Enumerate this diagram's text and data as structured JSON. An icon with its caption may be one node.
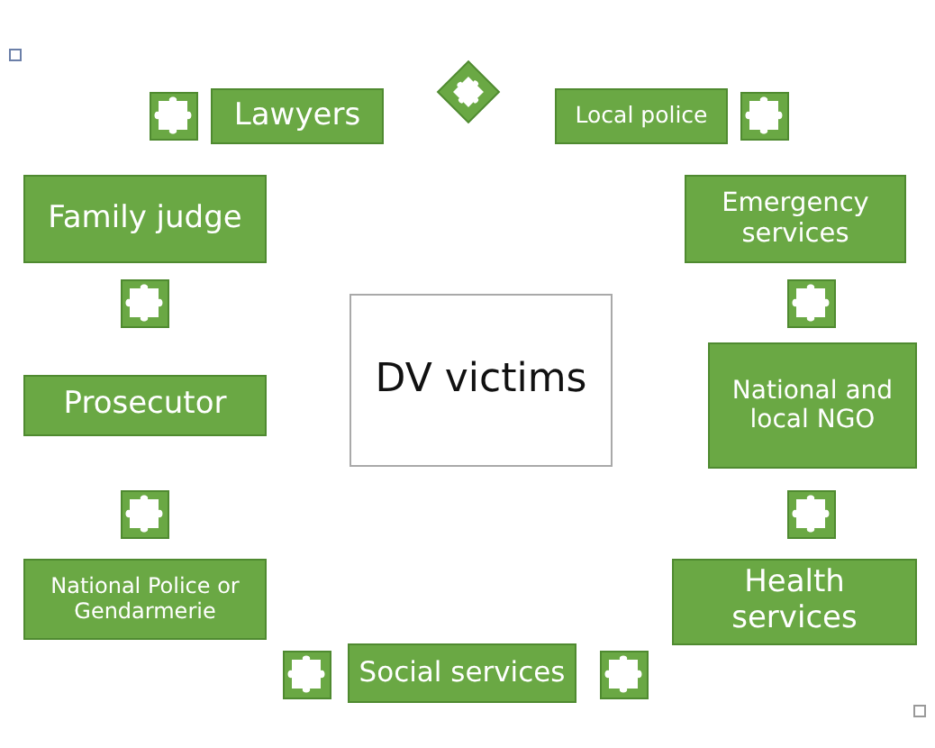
{
  "diagram": {
    "nodes": [
      {
        "text": [
          "Lawyers"
        ]
      },
      {
        "text": [
          "Local police"
        ]
      },
      {
        "text": [
          "Family judge"
        ]
      },
      {
        "text": [
          "Emergency services"
        ]
      },
      {
        "text": [
          "DV victims"
        ]
      },
      {
        "text": [
          "National and local NGO"
        ]
      },
      {
        "text": [
          "Prosecutor"
        ]
      },
      {
        "text": [
          "National Police or Gendarmerie"
        ]
      },
      {
        "text": [
          "Health services"
        ]
      },
      {
        "text": [
          "Social services"
        ]
      }
    ]
  }
}
